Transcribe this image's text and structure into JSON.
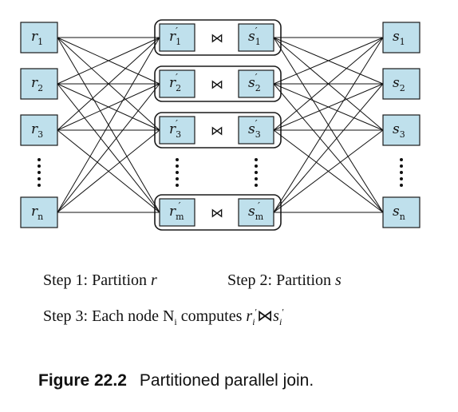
{
  "left_nodes": [
    {
      "base": "r",
      "sub": "1"
    },
    {
      "base": "r",
      "sub": "2"
    },
    {
      "base": "r",
      "sub": "3"
    },
    {
      "base": "r",
      "sub": "n"
    }
  ],
  "right_nodes": [
    {
      "base": "s",
      "sub": "1"
    },
    {
      "base": "s",
      "sub": "2"
    },
    {
      "base": "s",
      "sub": "3"
    },
    {
      "base": "s",
      "sub": "n"
    }
  ],
  "middle_nodes": [
    {
      "r_sub": "1",
      "s_sub": "1"
    },
    {
      "r_sub": "2",
      "s_sub": "2"
    },
    {
      "r_sub": "3",
      "s_sub": "3"
    },
    {
      "r_sub": "m",
      "s_sub": "m"
    }
  ],
  "prime": "′",
  "join_symbol": "⋈",
  "captions": {
    "step1_prefix": "Step 1: Partition ",
    "step1_var": "r",
    "step2_prefix": "Step 2: Partition ",
    "step2_var": "s",
    "step3_prefix": "Step 3: Each node N",
    "step3_sub": "i",
    "step3_mid": " computes ",
    "step3_r": "r",
    "step3_s": "s",
    "step3_i": "i",
    "step3_prime": "′",
    "step3_join": "⋈"
  },
  "figure": {
    "number": "Figure 22.2",
    "title": "Partitioned parallel join."
  }
}
